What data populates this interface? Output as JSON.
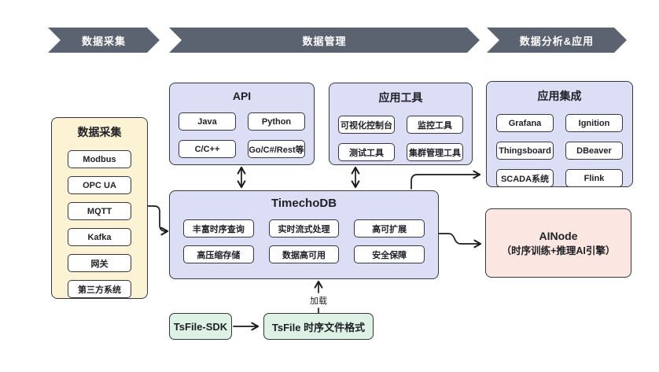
{
  "colors": {
    "banner": "#5b6270",
    "lavender": "#dcdef6",
    "yellow": "#fcf3d5",
    "pink": "#fbe6e2",
    "green": "#ddf2e5",
    "line": "#35363e",
    "text": "#1f2026",
    "arrow": "#1a1a1a"
  },
  "banners": {
    "collection": "数据采集",
    "management": "数据管理",
    "analysis": "数据分析&应用"
  },
  "collection_box": {
    "title": "数据采集",
    "items": [
      "Modbus",
      "OPC UA",
      "MQTT",
      "Kafka",
      "网关",
      "第三方系统"
    ]
  },
  "api_box": {
    "title": "API",
    "items": [
      "Java",
      "Python",
      "C/C++",
      "Go/C#/Rest等"
    ]
  },
  "tools_box": {
    "title": "应用工具",
    "items": [
      "可视化控制台",
      "监控工具",
      "测试工具",
      "集群管理工具"
    ]
  },
  "integration_box": {
    "title": "应用集成",
    "items": [
      "Grafana",
      "Ignition",
      "Thingsboard",
      "DBeaver",
      "SCADA系统",
      "Flink"
    ]
  },
  "timechodb_box": {
    "title": "TimechoDB",
    "items": [
      "丰富时序查询",
      "实时流式处理",
      "高可扩展",
      "高压缩存储",
      "数据高可用",
      "安全保障"
    ]
  },
  "ainode_box": {
    "title": "AINode",
    "subtitle": "（时序训练+推理AI引擎）"
  },
  "tsfile": {
    "sdk_label": "TsFile-SDK",
    "format_label": "TsFile 时序文件格式",
    "load_label": "加载"
  }
}
